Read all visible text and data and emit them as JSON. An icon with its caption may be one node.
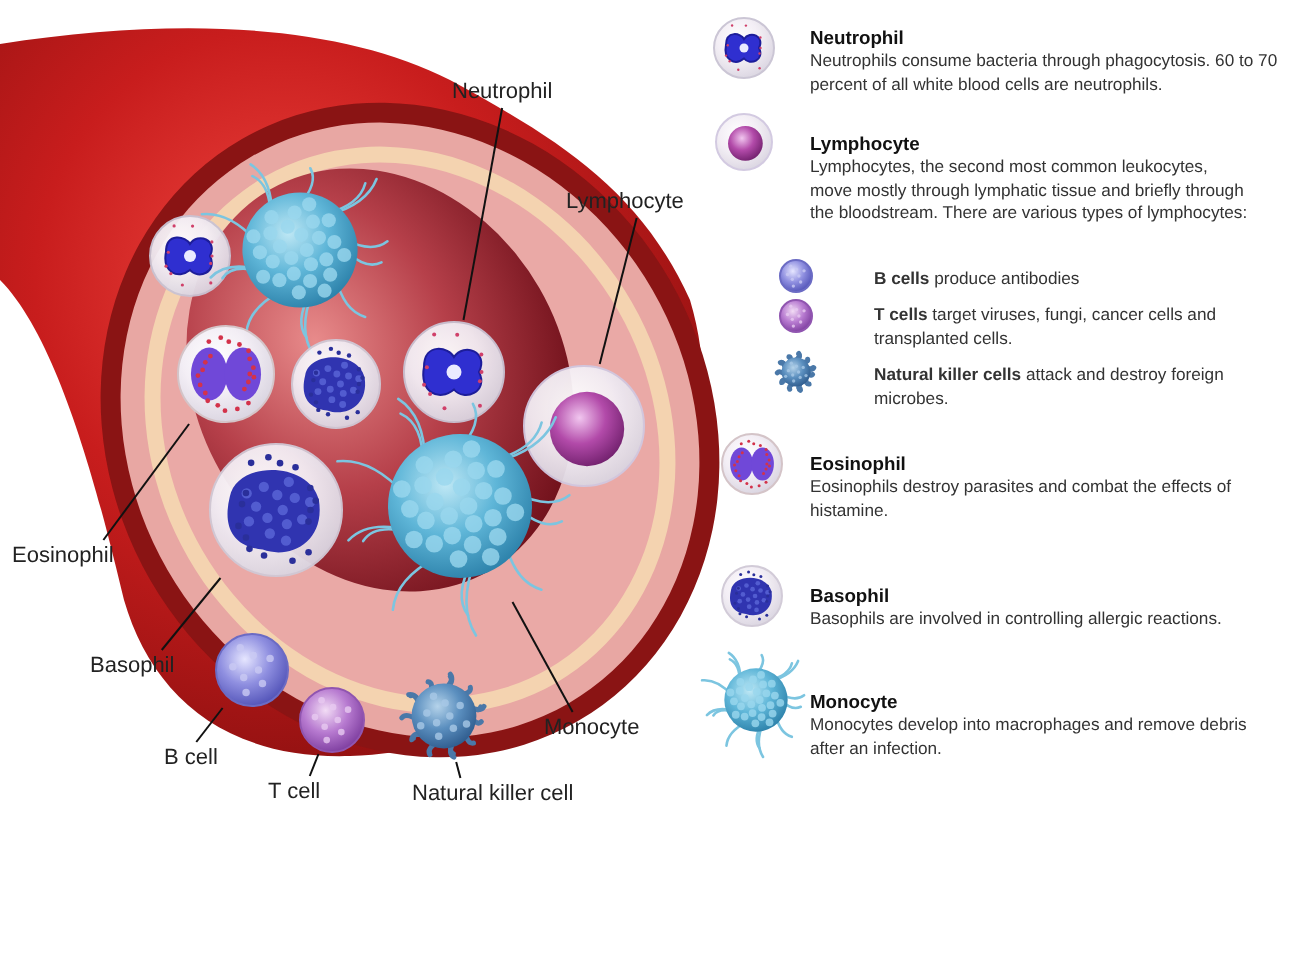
{
  "diagram": {
    "nodes": [
      {
        "text": [
          "Neutrophil"
        ]
      },
      {
        "text": [],
        "shape": "picture"
      },
      {
        "text": [
          "Lymphocyte"
        ]
      },
      {
        "text": [],
        "shape": "picture"
      },
      {
        "text": [
          "Eosinophil"
        ]
      },
      {
        "text": [],
        "shape": "picture"
      },
      {
        "text": [
          "Basophil"
        ]
      },
      {
        "text": [],
        "shape": "picture"
      },
      {
        "text": [
          "B cell"
        ]
      },
      {
        "text": [],
        "shape": "picture"
      },
      {
        "text": [
          "T cell"
        ]
      },
      {
        "text": [],
        "shape": "picture"
      },
      {
        "text": [
          "Natural killer cell"
        ]
      },
      {
        "text": [],
        "shape": "picture"
      },
      {
        "text": [
          "Monocyte"
        ]
      },
      {
        "text": [],
        "shape": "picture"
      }
    ],
    "edges": [
      {
        "from": 0,
        "to": 1,
        "arrow": "none"
      },
      {
        "from": 2,
        "to": 3,
        "arrow": "none"
      },
      {
        "from": 4,
        "to": 5,
        "arrow": "none"
      },
      {
        "from": 6,
        "to": 7,
        "arrow": "none"
      },
      {
        "from": 8,
        "to": 9,
        "arrow": "none"
      },
      {
        "from": 10,
        "to": 11,
        "arrow": "none"
      },
      {
        "from": 12,
        "to": 13,
        "arrow": "none"
      },
      {
        "from": 14,
        "to": 15,
        "arrow": "none"
      }
    ],
    "labels": [
      "Neutrophil",
      "Neutrophils consume bacteria through phagocytosis. 60 to 70 percent of all white blood cells are neutrophils.",
      "Lymphocyte",
      "Lymphocytes, the second most common leukocytes, move mostly through lymphatic tissue and briefly through the bloodstream. There are various types of lymphocytes:",
      "**B cells** produce antibodies",
      "**T cells** target viruses, fungi, cancer cells and transplanted cells.",
      "**Natural killer cells** attack and destroy foreign microbes.",
      "Eosinophil",
      "Eosinophils destroy parasites and combat the effects of histamine.",
      "Basophil",
      "Basophils are involved in controlling allergic reactions.",
      "Monocyte",
      "Monocytes develop into macrophages and remove debris after an infection."
    ]
  }
}
